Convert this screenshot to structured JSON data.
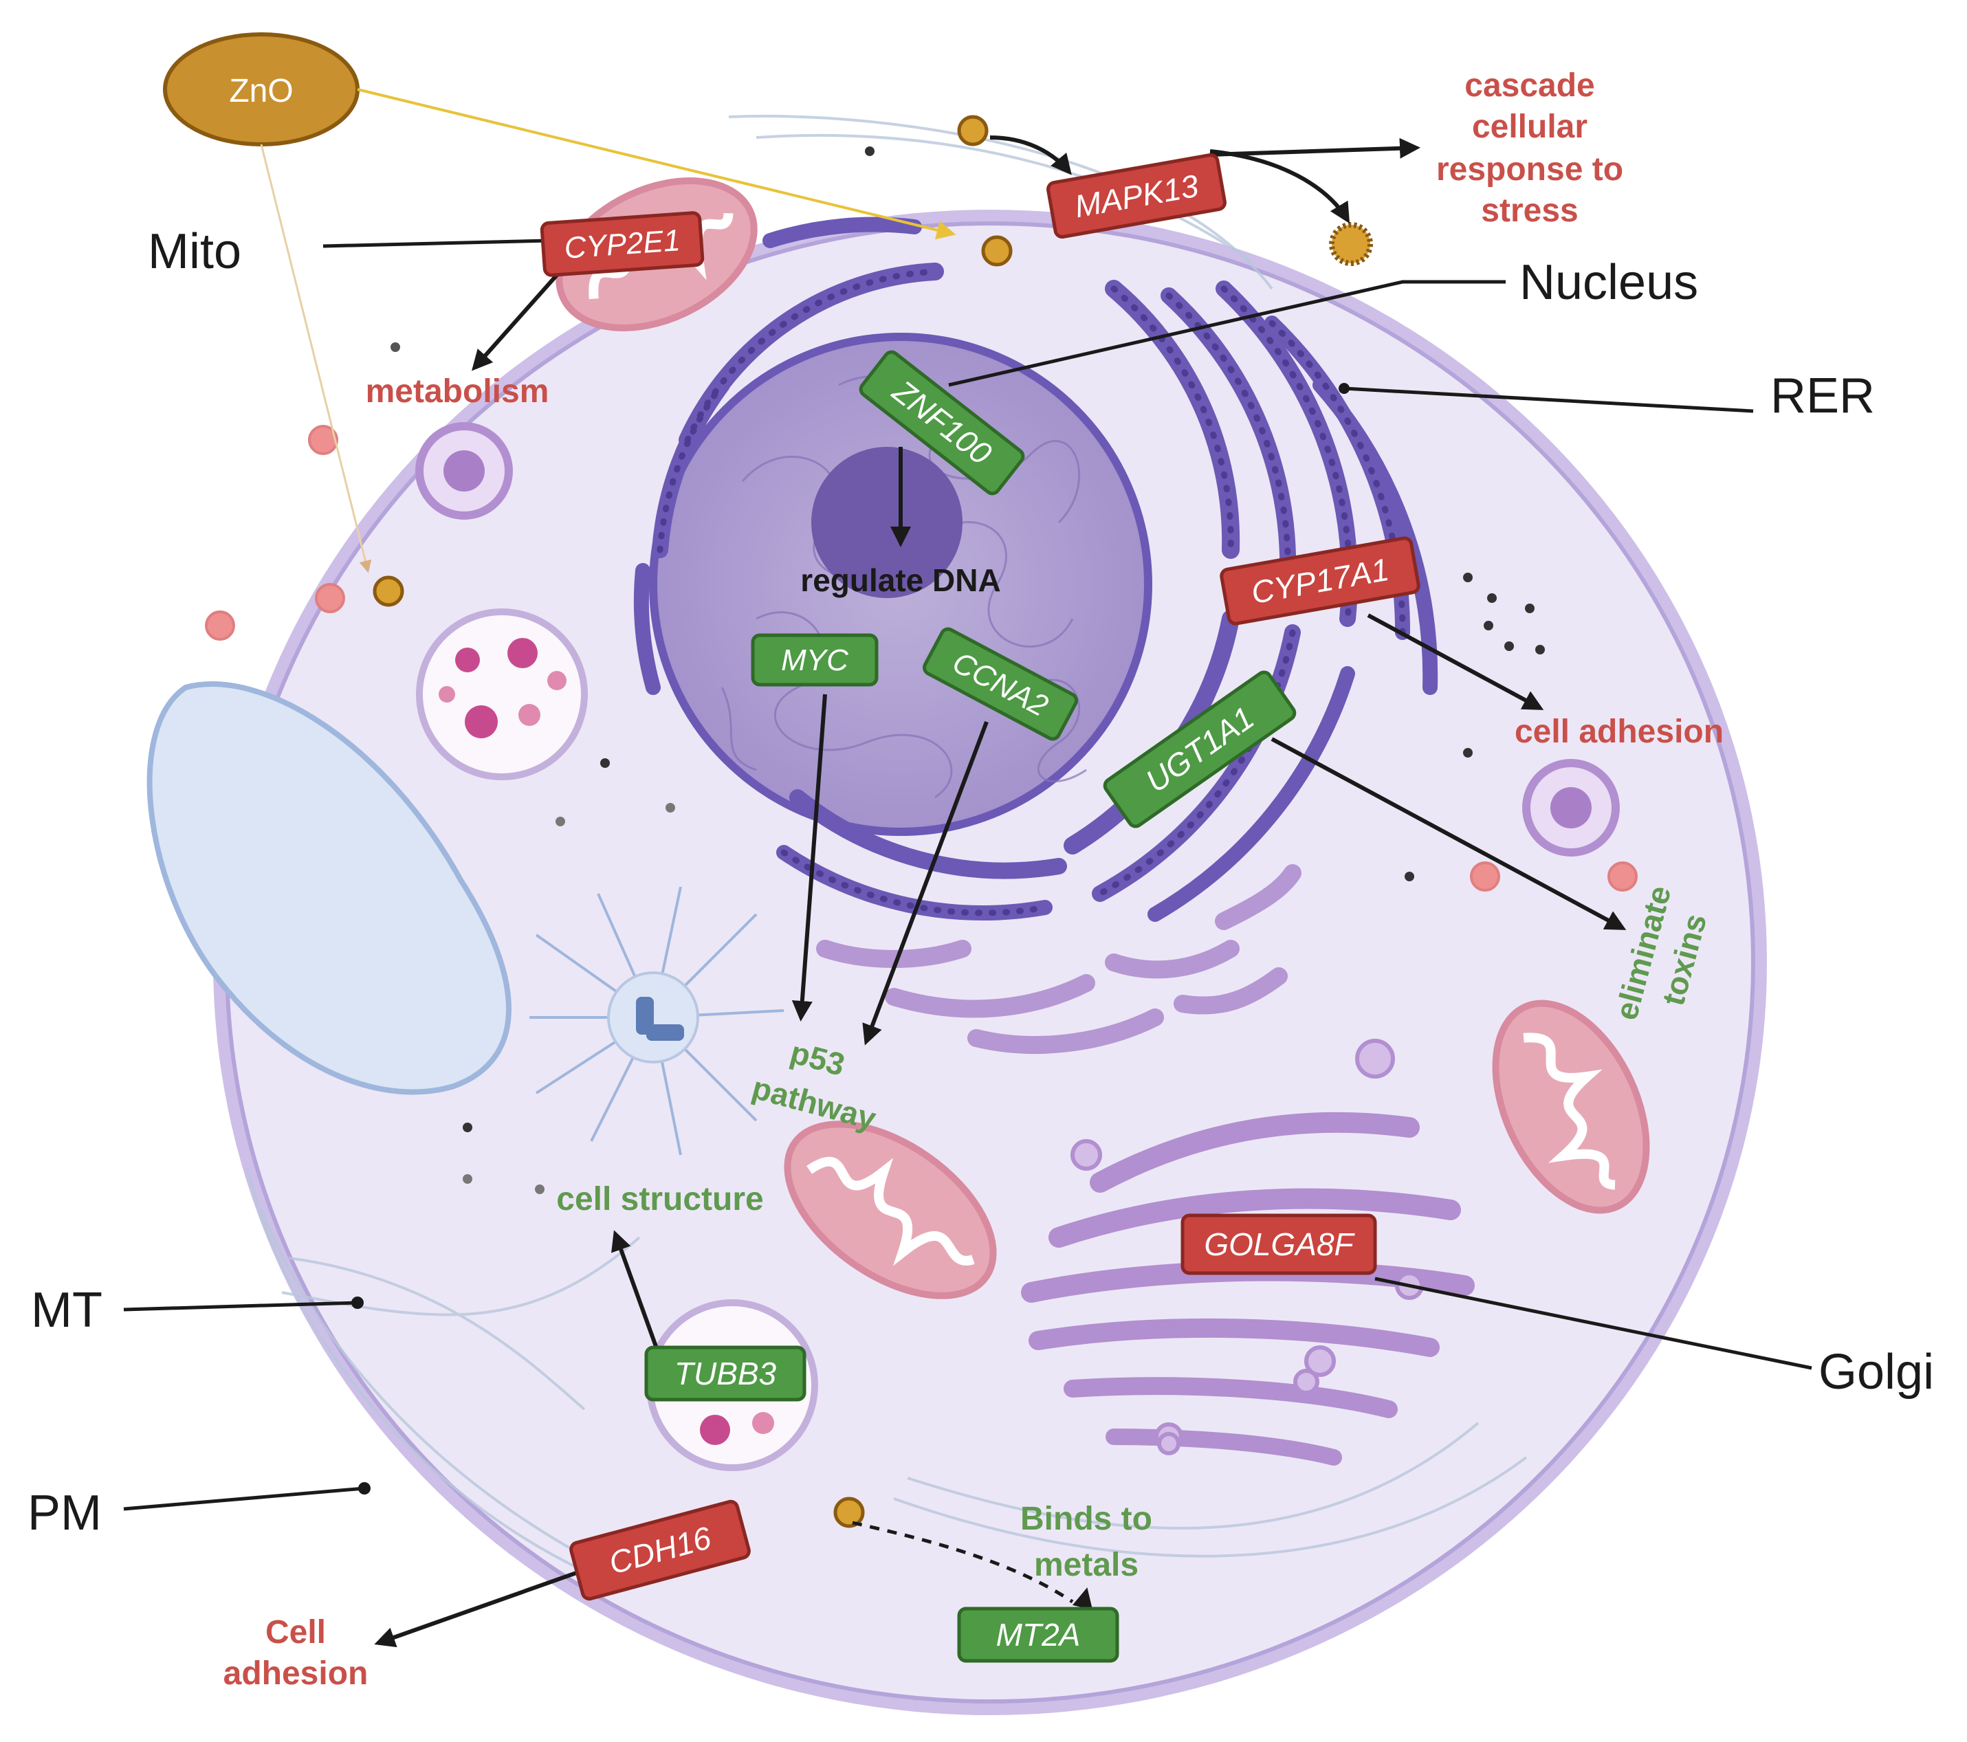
{
  "nanoparticle": {
    "label": "ZnO",
    "color": "#c8902e"
  },
  "organelle_labels": {
    "mito": "Mito",
    "nucleus": "Nucleus",
    "rer": "RER",
    "mt": "MT",
    "pm": "PM",
    "golgi": "Golgi"
  },
  "genes": {
    "cyp2e1": "CYP2E1",
    "mapk13": "MAPK13",
    "znf100": "ZNF100",
    "myc": "MYC",
    "ccna2": "CCNA2",
    "cyp17a1": "CYP17A1",
    "ugt1a1": "UGT1A1",
    "golga8f": "GOLGA8F",
    "tubb3": "TUBB3",
    "cdh16": "CDH16",
    "mt2a": "MT2A"
  },
  "functions": {
    "cascade_1": "cascade",
    "cascade_2": "cellular",
    "cascade_3": "response to",
    "cascade_4": "stress",
    "metabolism": "metabolism",
    "regulate_dna": "regulate DNA",
    "cell_adhesion_right": "cell adhesion",
    "eliminate_1": "eliminate",
    "eliminate_2": "toxins",
    "p53_1": "p53",
    "p53_2": "pathway",
    "cell_structure": "cell structure",
    "binds_1": "Binds to",
    "binds_2": "metals",
    "cell_adhesion_left_1": "Cell",
    "cell_adhesion_left_2": "adhesion"
  },
  "colors": {
    "upregulated": "#c9433f",
    "downregulated": "#4e9a45",
    "red_text": "#c9504a",
    "green_text": "#5f9a4f",
    "cytoplasm": "#ece7f6",
    "membrane": "#a593cf",
    "er": "#6b59b5",
    "golgi": "#b28fd0",
    "mito": "#d88a9e",
    "nucleus": "#a491cc"
  }
}
